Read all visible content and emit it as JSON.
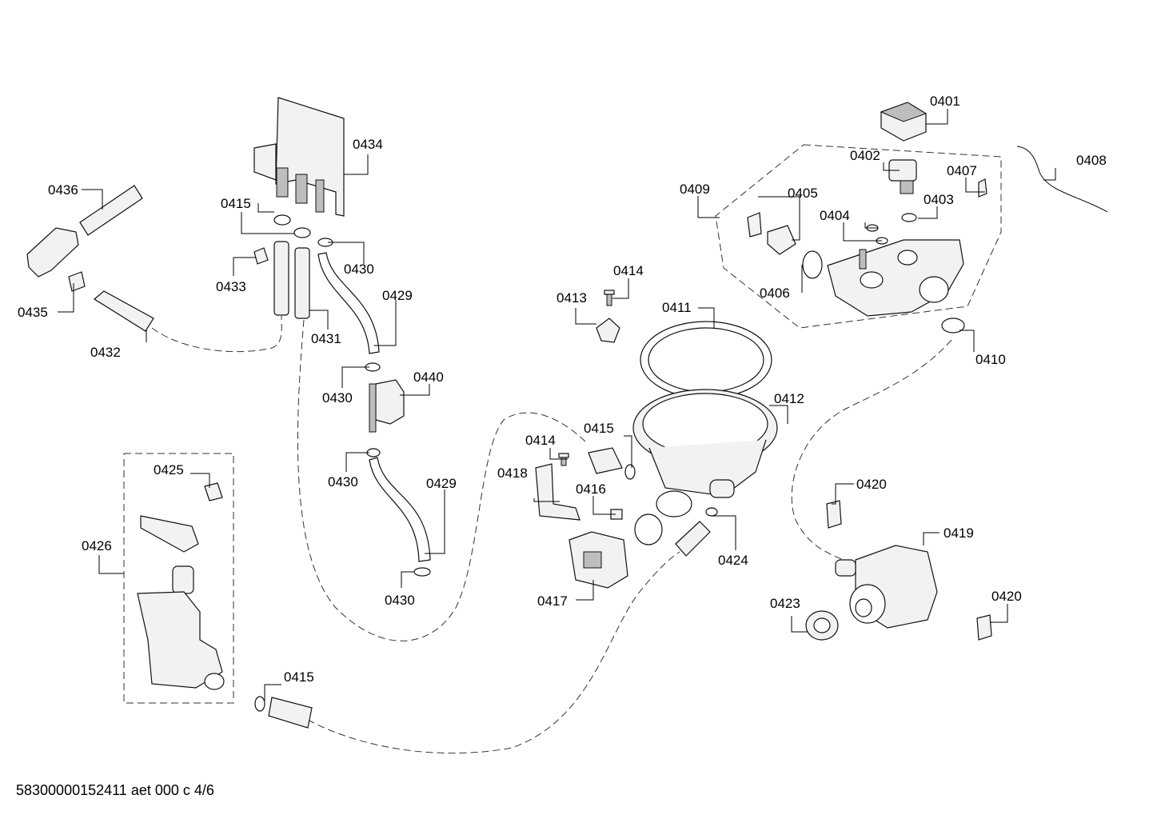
{
  "diagram": {
    "doc_code": "58300000152411 aet 000 c 4/6",
    "callouts": [
      {
        "id": "0401",
        "text": "0401"
      },
      {
        "id": "0402",
        "text": "0402"
      },
      {
        "id": "0403",
        "text": "0403"
      },
      {
        "id": "0404",
        "text": "0404"
      },
      {
        "id": "0405",
        "text": "0405"
      },
      {
        "id": "0406",
        "text": "0406"
      },
      {
        "id": "0407",
        "text": "0407"
      },
      {
        "id": "0408",
        "text": "0408"
      },
      {
        "id": "0409",
        "text": "0409"
      },
      {
        "id": "0410",
        "text": "0410"
      },
      {
        "id": "0411",
        "text": "0411"
      },
      {
        "id": "0412",
        "text": "0412"
      },
      {
        "id": "0413",
        "text": "0413"
      },
      {
        "id": "0414-a",
        "text": "0414"
      },
      {
        "id": "0414-b",
        "text": "0414"
      },
      {
        "id": "0415-a",
        "text": "0415"
      },
      {
        "id": "0415-b",
        "text": "0415"
      },
      {
        "id": "0415-c",
        "text": "0415"
      },
      {
        "id": "0416",
        "text": "0416"
      },
      {
        "id": "0417",
        "text": "0417"
      },
      {
        "id": "0418",
        "text": "0418"
      },
      {
        "id": "0419",
        "text": "0419"
      },
      {
        "id": "0420-a",
        "text": "0420"
      },
      {
        "id": "0420-b",
        "text": "0420"
      },
      {
        "id": "0423",
        "text": "0423"
      },
      {
        "id": "0424",
        "text": "0424"
      },
      {
        "id": "0425",
        "text": "0425"
      },
      {
        "id": "0426",
        "text": "0426"
      },
      {
        "id": "0429-a",
        "text": "0429"
      },
      {
        "id": "0429-b",
        "text": "0429"
      },
      {
        "id": "0430-a",
        "text": "0430"
      },
      {
        "id": "0430-b",
        "text": "0430"
      },
      {
        "id": "0430-c",
        "text": "0430"
      },
      {
        "id": "0430-d",
        "text": "0430"
      },
      {
        "id": "0431",
        "text": "0431"
      },
      {
        "id": "0432",
        "text": "0432"
      },
      {
        "id": "0433",
        "text": "0433"
      },
      {
        "id": "0434",
        "text": "0434"
      },
      {
        "id": "0435",
        "text": "0435"
      },
      {
        "id": "0436",
        "text": "0436"
      },
      {
        "id": "0440",
        "text": "0440"
      }
    ]
  }
}
